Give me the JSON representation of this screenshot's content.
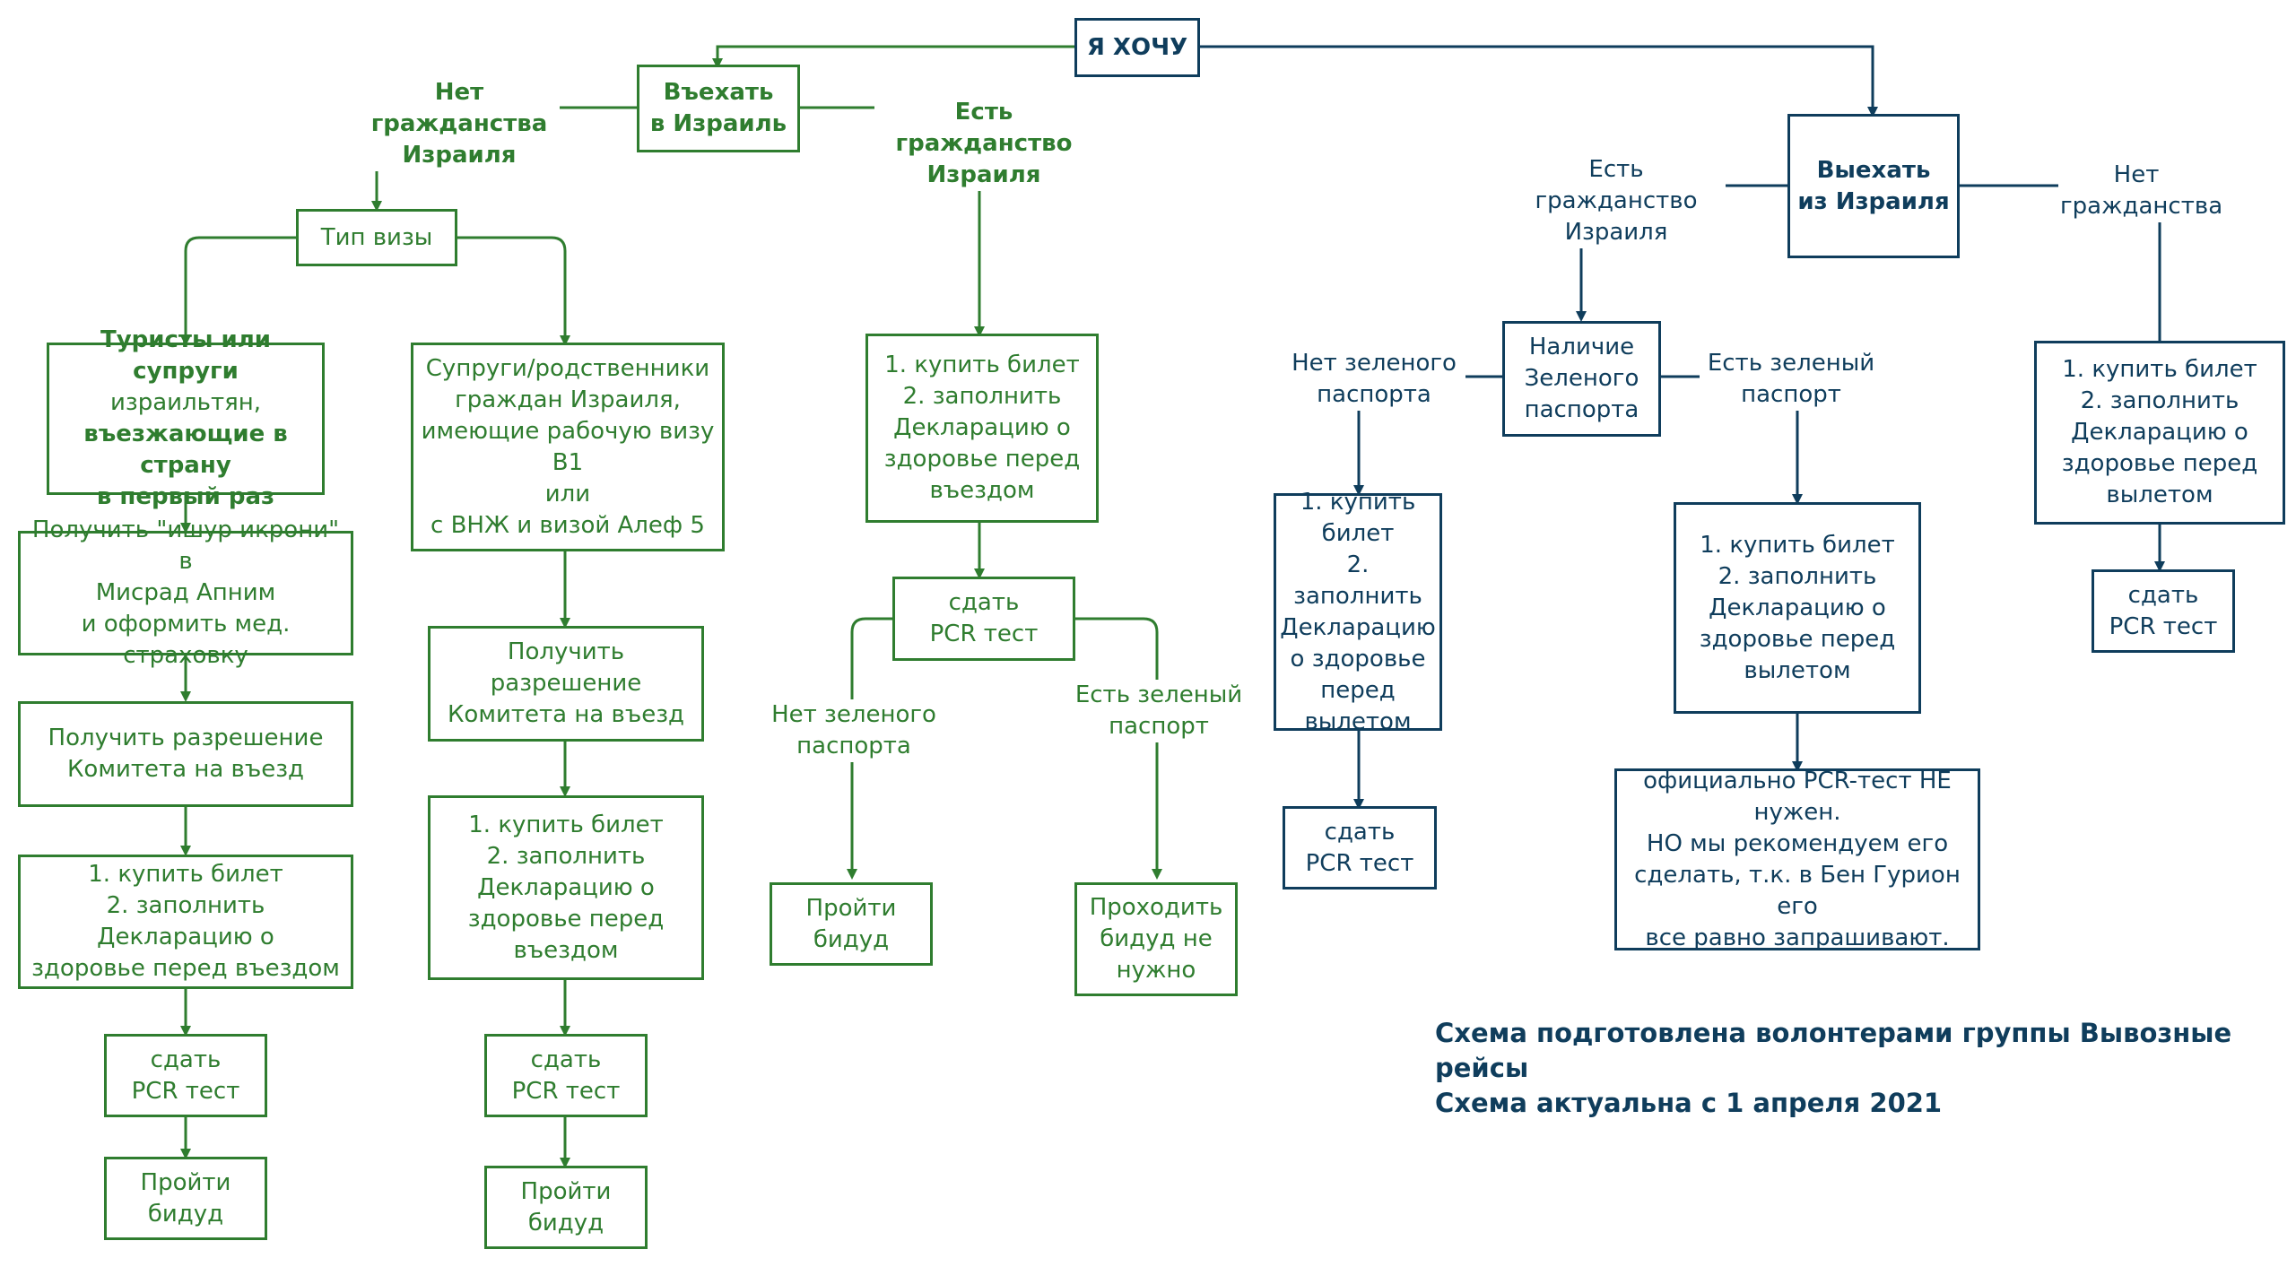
{
  "colors": {
    "green": "#2f7d2f",
    "blue": "#0f3d5c"
  },
  "nodes": {
    "root": "Я ХОЧУ",
    "enter": "Въехать\nв Израиль",
    "leave": "Выехать\nиз Израиля",
    "visa_type": "Тип визы",
    "tourists_b1": "Туристы или супруги",
    "tourists_b2": "израильтян,",
    "tourists_b3": "въезжающие в страну\nв первый раз",
    "spouses": "Супруги/родственники\nграждан Израиля,\nимеющие рабочую визу\nB1\nили\nс ВНЖ и визой Алеф 5",
    "ishur": "Получить \"ишур икрони\" в\nМисрад Апним\nи оформить мед. страховку",
    "committee_left": "Получить разрешение\nКомитета на въезд",
    "committee_right": "Получить разрешение\nКомитета на въезд",
    "ticket_left": "1. купить билет\n2. заполнить Декларацию о\nздоровье перед въездом",
    "ticket_mid_left": "1. купить билет\n2. заполнить\nДекларацию о\nздоровье перед\nвъездом",
    "pcr_left": "сдать\nPCR тест",
    "pcr_mid_left": "сдать\nPCR тест",
    "bidud_left": "Пройти\nбидуд",
    "bidud_mid_left": "Пройти\nбидуд",
    "ticket_citizen_enter": "1. купить билет\n2. заполнить\nДекларацию о\nздоровье перед\nвъездом",
    "pcr_citizen_enter": "сдать\nPCR тест",
    "bidud_no_green": "Пройти\nбидуд",
    "no_bidud": "Проходить\nбидуд не\nнужно",
    "green_passport": "Наличие\nЗеленого\nпаспорта",
    "ticket_no_green_leave": "1. купить\nбилет\n2. заполнить\nДекларацию\nо здоровье\nперед\nвылетом",
    "pcr_no_green_leave": "сдать\nPCR тест",
    "ticket_green_leave": "1. купить билет\n2. заполнить\nДекларацию о\nздоровье перед\nвылетом",
    "pcr_not_needed": "официально PCR-тест НЕ\nнужен.\nНО мы рекомендуем его\nсделать, т.к. в Бен Гурион его\nвсе равно запрашивают.",
    "ticket_noncitizen_leave": "1. купить билет\n2. заполнить\nДекларацию о\nздоровье перед\nвылетом",
    "pcr_noncitizen_leave": "сдать\nPCR тест"
  },
  "labels": {
    "no_citizenship_enter": "Нет гражданства\nИзраиля",
    "has_citizenship_enter": "Есть гражданство\nИзраиля",
    "has_citizenship_leave": "Есть гражданство\nИзраиля",
    "no_citizenship_leave": "Нет\nгражданства",
    "no_green_enter": "Нет зеленого\nпаспорта",
    "has_green_enter": "Есть зеленый\nпаспорт",
    "no_green_leave": "Нет зеленого\nпаспорта",
    "has_green_leave": "Есть зеленый\nпаспорт"
  },
  "footer": {
    "line1": "Схема подготовлена волонтерами группы Вывозные рейсы",
    "line2": "Схема актуальна с 1 апреля 2021"
  }
}
